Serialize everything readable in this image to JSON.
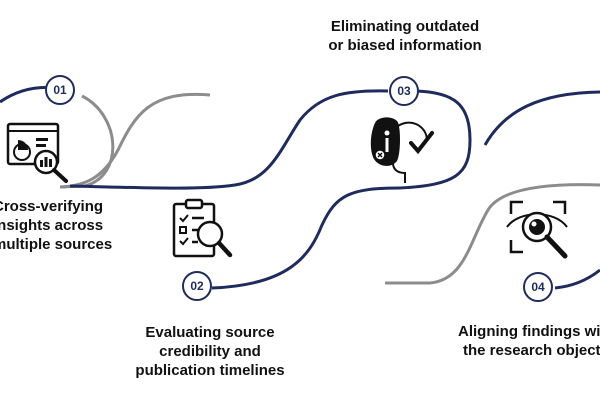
{
  "steps": [
    {
      "number": "01",
      "icon": "report-magnifier-icon",
      "lines": [
        "Cross-verifying",
        "insights across",
        "multiple sources"
      ]
    },
    {
      "number": "02",
      "icon": "checklist-magnifier-icon",
      "lines": [
        "Evaluating source",
        "credibility and",
        "publication timelines"
      ]
    },
    {
      "number": "03",
      "icon": "head-info-check-icon",
      "lines": [
        "Eliminating outdated",
        "or biased information"
      ]
    },
    {
      "number": "04",
      "icon": "eye-scan-magnifier-icon",
      "lines": [
        "Aligning findings with",
        "the research objectives"
      ]
    }
  ],
  "colors": {
    "navy": "#1f2b5c",
    "gray": "#8c8c8c",
    "text": "#111111"
  }
}
